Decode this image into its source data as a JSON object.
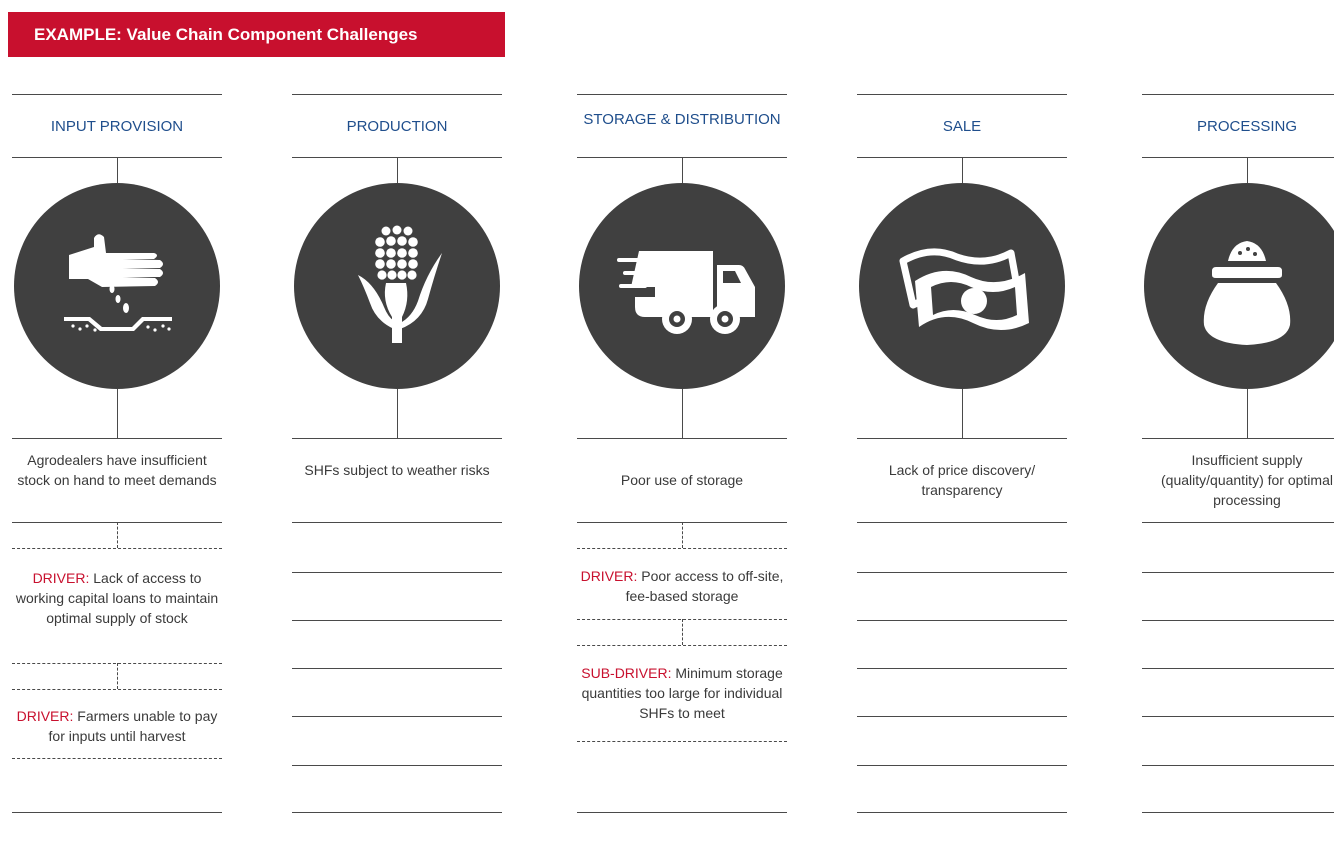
{
  "title": "EXAMPLE: Value Chain Component Challenges",
  "accent_color": "#c8102e",
  "heading_color": "#1f4e8c",
  "columns": [
    {
      "heading": "INPUT PROVISION",
      "icon": "hand-sowing-seeds-icon",
      "challenge": "Agrodealers have insufficient stock on hand to meet demands",
      "drivers": [
        {
          "label": "DRIVER:",
          "text": "Lack of access to working capital loans to maintain optimal supply of stock"
        },
        {
          "label": "DRIVER:",
          "text": "Farmers unable to pay for inputs until harvest"
        }
      ]
    },
    {
      "heading": "PRODUCTION",
      "icon": "corn-cob-icon",
      "challenge": "SHFs subject to weather risks",
      "drivers": []
    },
    {
      "heading": "STORAGE & DISTRIBUTION",
      "icon": "delivery-truck-icon",
      "challenge": "Poor use of storage",
      "drivers": [
        {
          "label": "DRIVER:",
          "text": "Poor access to off-site, fee-based storage"
        },
        {
          "label": "SUB-DRIVER:",
          "text": "Minimum storage quantities too large for individual SHFs to meet"
        }
      ]
    },
    {
      "heading": "SALE",
      "icon": "money-bills-icon",
      "challenge": "Lack of price discovery/ transparency",
      "drivers": []
    },
    {
      "heading": "PROCESSING",
      "icon": "grain-sack-icon",
      "challenge": "Insufficient supply (quality/quantity) for optimal processing",
      "drivers": []
    }
  ]
}
